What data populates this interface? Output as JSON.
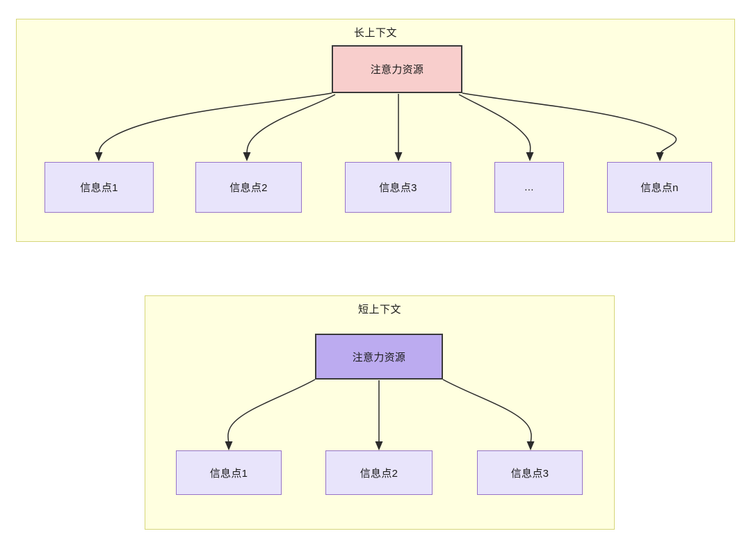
{
  "diagram": {
    "title_semantic": "attention-resource-allocation-long-vs-short-context",
    "background_color": "#ffffff",
    "sections": [
      {
        "id": "long-context",
        "title": "长上下文",
        "container_color": "#ffffe0",
        "container_border_color": "#d6d67a",
        "root": {
          "label": "注意力资源",
          "fill": "#f8cecc",
          "border": "#3a3a3a"
        },
        "children": [
          {
            "label": "信息点1",
            "fill": "#e8e4fb",
            "border": "#9673c8"
          },
          {
            "label": "信息点2",
            "fill": "#e8e4fb",
            "border": "#9673c8"
          },
          {
            "label": "信息点3",
            "fill": "#e8e4fb",
            "border": "#9673c8"
          },
          {
            "label": "...",
            "fill": "#e8e4fb",
            "border": "#9673c8"
          },
          {
            "label": "信息点n",
            "fill": "#e8e4fb",
            "border": "#9673c8"
          }
        ]
      },
      {
        "id": "short-context",
        "title": "短上下文",
        "container_color": "#ffffe0",
        "container_border_color": "#d6d67a",
        "root": {
          "label": "注意力资源",
          "fill": "#bcabf0",
          "border": "#3a3a3a"
        },
        "children": [
          {
            "label": "信息点1",
            "fill": "#e8e4fb",
            "border": "#9673c8"
          },
          {
            "label": "信息点2",
            "fill": "#e8e4fb",
            "border": "#9673c8"
          },
          {
            "label": "信息点3",
            "fill": "#e8e4fb",
            "border": "#9673c8"
          }
        ]
      }
    ],
    "edge_color": "#2b2b2b",
    "edge_style": "curved-arrow"
  }
}
